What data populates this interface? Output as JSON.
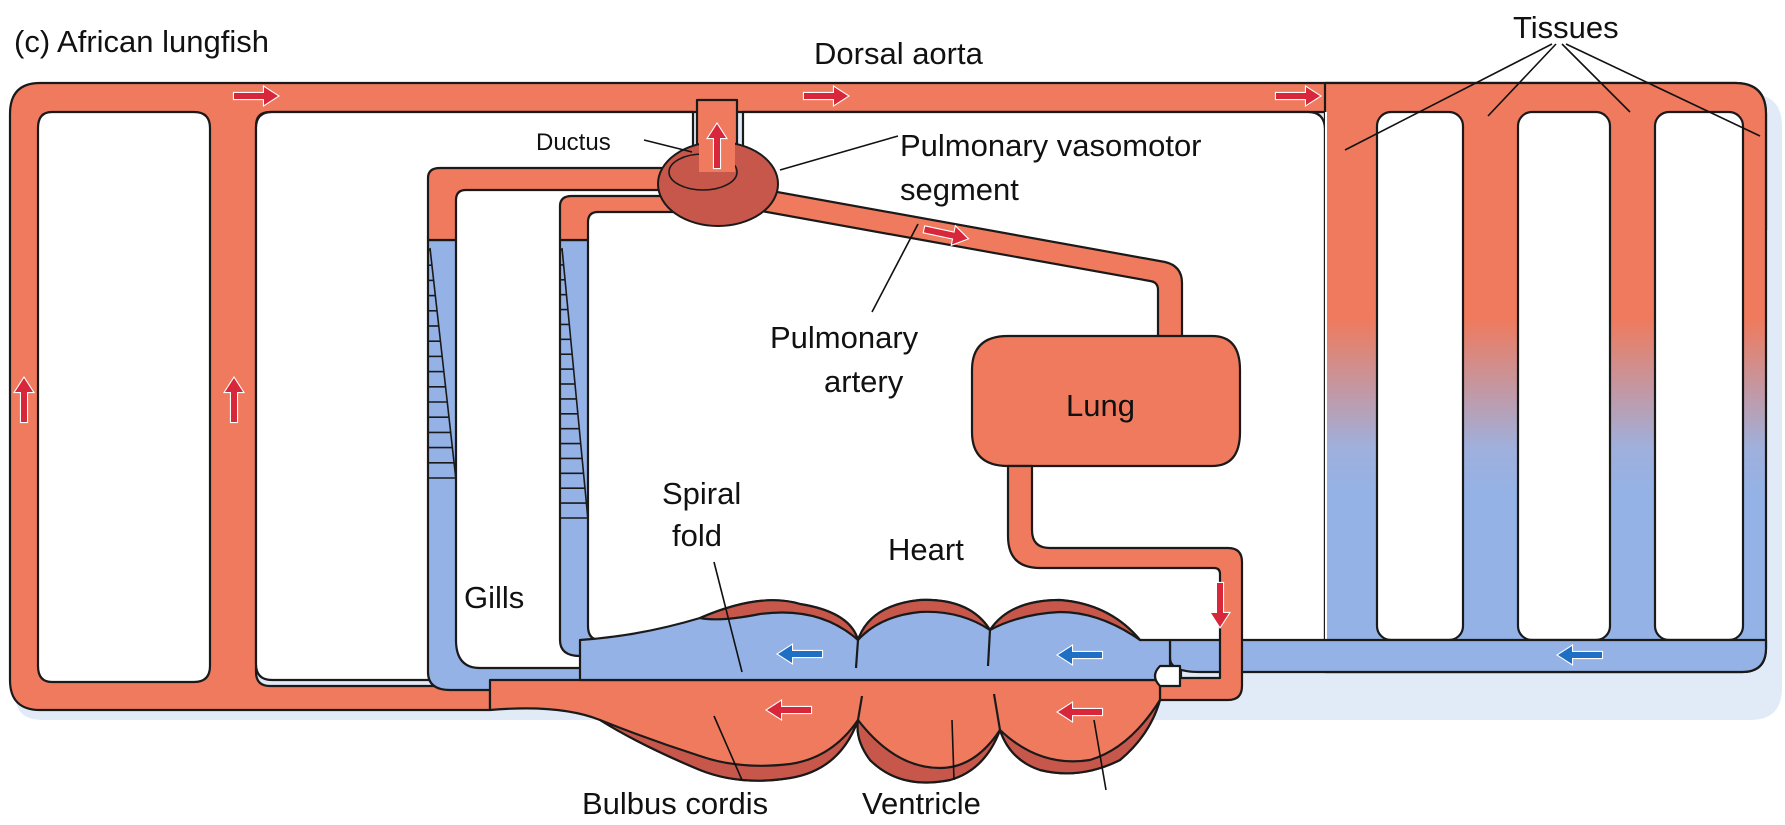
{
  "figure": {
    "panel_title": "(c) African lungfish",
    "labels": {
      "dorsal_aorta": "Dorsal aorta",
      "tissues": "Tissues",
      "ductus": "Ductus",
      "pulmonary_vasomotor_line1": "Pulmonary vasomotor",
      "pulmonary_vasomotor_line2": "segment",
      "pulmonary_artery_line1": "Pulmonary",
      "pulmonary_artery_line2": "artery",
      "lung": "Lung",
      "spiral_fold_line1": "Spiral",
      "spiral_fold_line2": "fold",
      "gills": "Gills",
      "heart": "Heart",
      "bulbus_cordis": "Bulbus cordis",
      "ventricle": "Ventricle"
    }
  },
  "colors": {
    "oxygenated": "#ef7a5d",
    "deoxygenated": "#94b2e6",
    "vessel_outline": "#1a1a1a",
    "heart_wall": "#c7574a",
    "flow_arrow_oxygenated": "#d8263a",
    "flow_arrow_deoxygenated": "#1f6fc5",
    "shadow": "#c9d8f0"
  }
}
